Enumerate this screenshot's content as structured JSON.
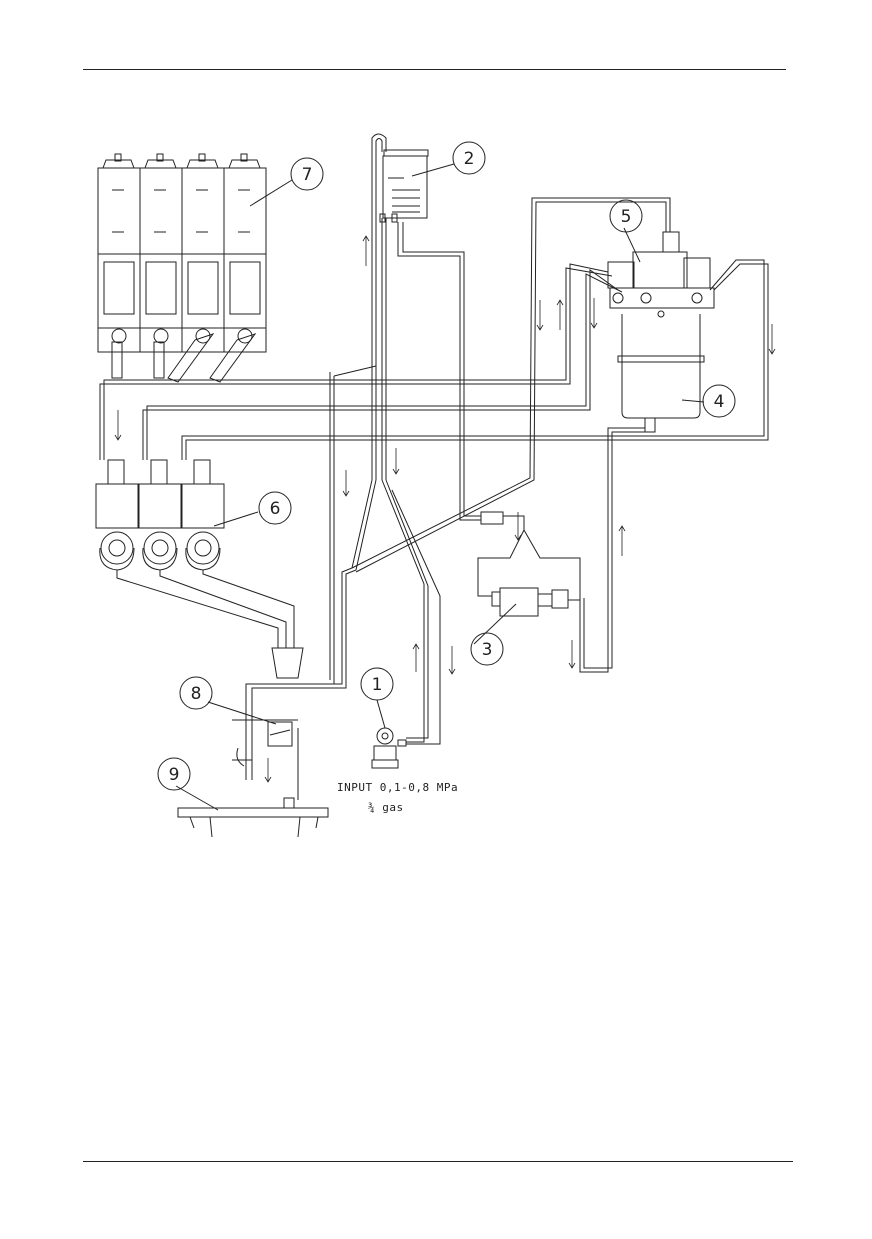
{
  "diagram": {
    "title": "",
    "callouts": {
      "c1": "1",
      "c2": "2",
      "c3": "3",
      "c4": "4",
      "c5": "5",
      "c6": "6",
      "c7": "7",
      "c8": "8",
      "c9": "9"
    },
    "input_pressure": "INPUT 0,1-0,8 MPa",
    "input_connection": "¾ gas"
  },
  "colors": {
    "line": "#222222",
    "background": "#ffffff"
  }
}
